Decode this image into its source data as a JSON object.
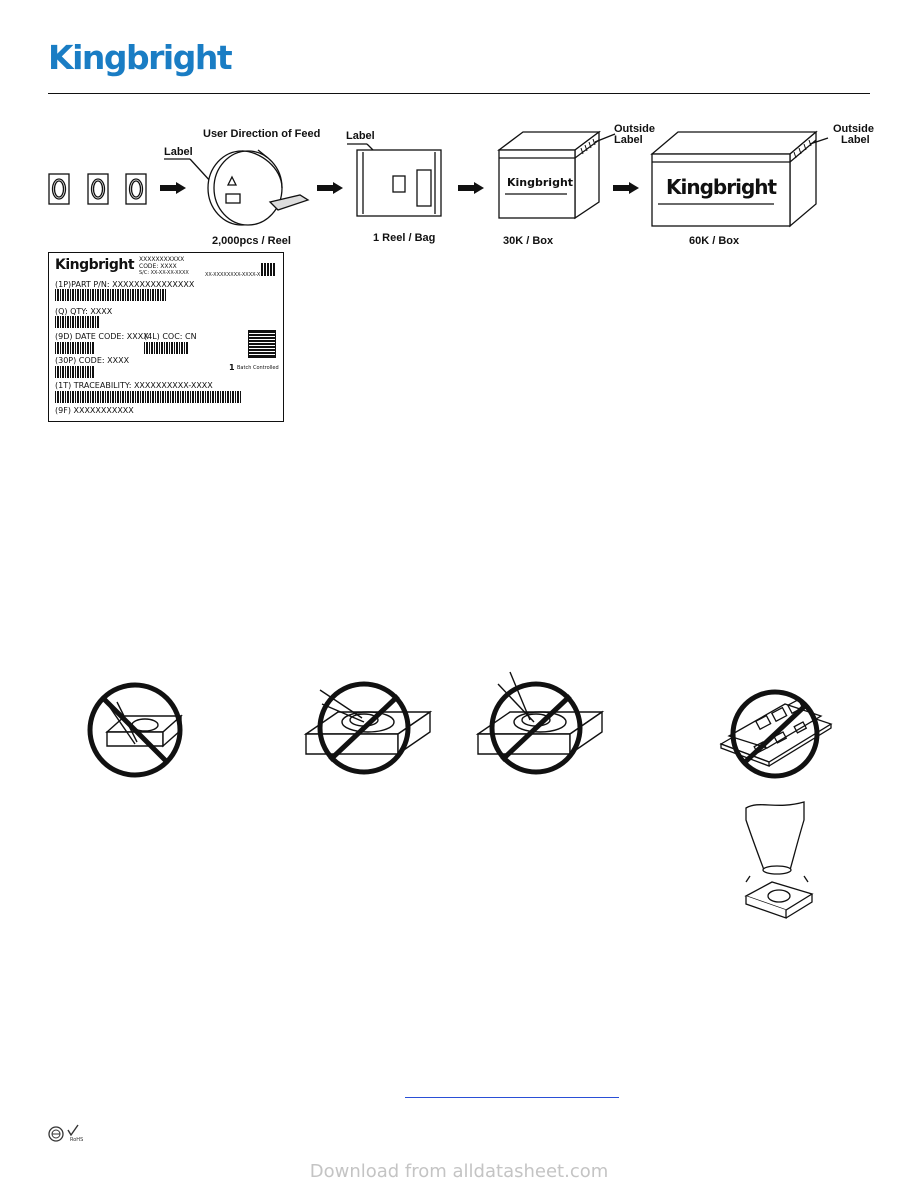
{
  "header": {
    "brand": "Kingbright"
  },
  "packing": {
    "feed_label": "User Direction of Feed",
    "reel_label": "Label",
    "reel_caption": "2,000pcs / Reel",
    "bag_label": "Label",
    "bag_caption": "1 Reel / Bag",
    "box30_caption": "30K / Box",
    "box30_outside": "Outside",
    "box30_outside2": "Label",
    "box30_brand": "Kingbright",
    "box60_caption": "60K / Box",
    "box60_outside": "Outside",
    "box60_outside2": "Label",
    "box60_brand": "Kingbright"
  },
  "reel_label_sample": {
    "brand": "Kingbright",
    "top1": "XXXXXXXXXXX",
    "top2": "CODE: XXXX",
    "top3": "S/C: XX-XX-XX-XXXX",
    "top4": "XX-XXXXXXXX-XXXX-X",
    "pn": "(1P)PART P/N: XXXXXXXXXXXXXXX",
    "qty": "(Q) QTY: XXXX",
    "date": "(9D) DATE CODE: XXXX",
    "coo": "(4L) COC: CN",
    "bin": "(30P) CODE: XXXX",
    "trace": "(1T) TRACEABILITY: XXXXXXXXXX-XXXX",
    "lot": "(9F) XXXXXXXXXXX",
    "mark": "1",
    "mark_note": "Batch Controlled"
  },
  "link": {
    "text": ""
  },
  "rohs": {
    "text": "RoHS"
  },
  "footer": {
    "text": "Download from alldatasheet.com"
  }
}
